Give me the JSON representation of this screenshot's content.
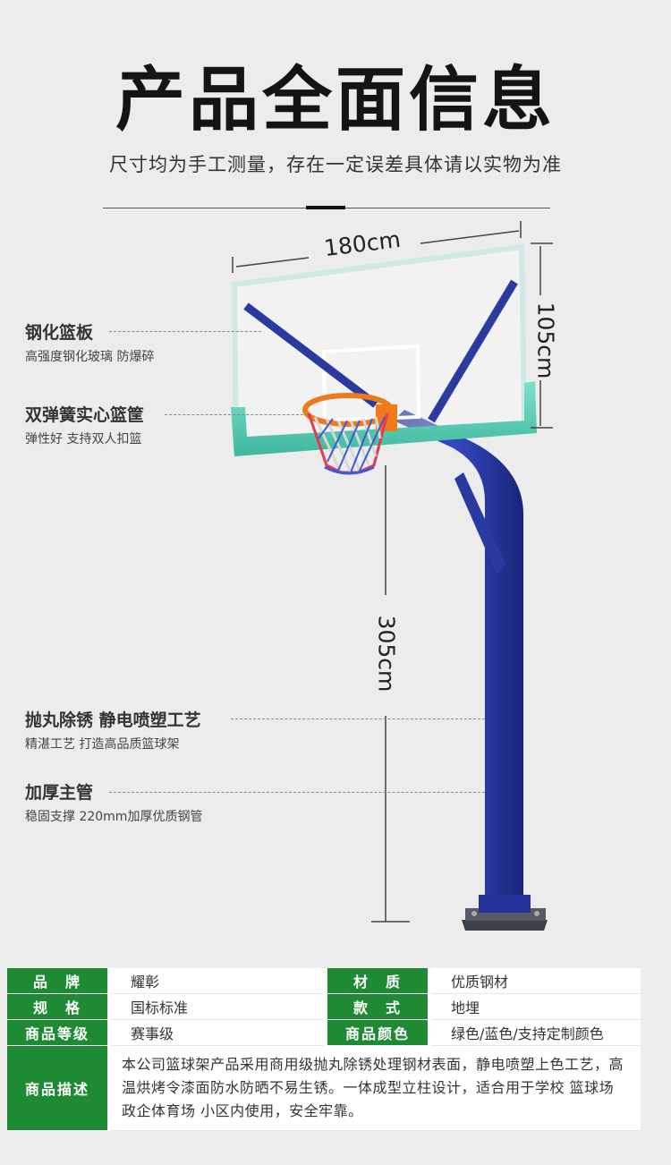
{
  "header": {
    "title": "产品全面信息",
    "subtitle": "尺寸均为手工测量，存在一定误差具体请以实物为准"
  },
  "dimensions": {
    "width": "180cm",
    "height": "105cm",
    "rim_height": "305cm"
  },
  "features": [
    {
      "title": "钢化篮板",
      "desc": "高强度钢化玻璃 防爆碎"
    },
    {
      "title": "双弹簧实心篮筐",
      "desc": "弹性好 支持双人扣篮"
    },
    {
      "title": "抛丸除锈 静电喷塑工艺",
      "desc": "精湛工艺 打造高品质篮球架"
    },
    {
      "title": "加厚主管",
      "desc": "稳固支撑 220mm加厚优质钢管"
    }
  ],
  "colors": {
    "accent_green": "#1f8a34",
    "post_blue": "#2c3ea8",
    "pad_teal": "#5fd1b8",
    "rim_orange": "#f07a1a"
  },
  "spec": {
    "rows": [
      {
        "k1": "品　牌",
        "v1": "耀彰",
        "k2": "材　质",
        "v2": "优质钢材"
      },
      {
        "k1": "规　格",
        "v1": "国标标准",
        "k2": "款　式",
        "v2": "地埋"
      },
      {
        "k1": "商品等级",
        "v1": "赛事级",
        "k2": "商品颜色",
        "v2": "绿色/蓝色/支持定制颜色"
      }
    ],
    "desc_label": "商品描述",
    "desc_text": "本公司篮球架产品采用商用级抛丸除锈处理钢材表面，静电喷塑上色工艺，高温烘烤令漆面防水防晒不易生锈。一体成型立柱设计，适合用于学校 篮球场 政企体育场 小区内使用，安全牢靠。"
  }
}
